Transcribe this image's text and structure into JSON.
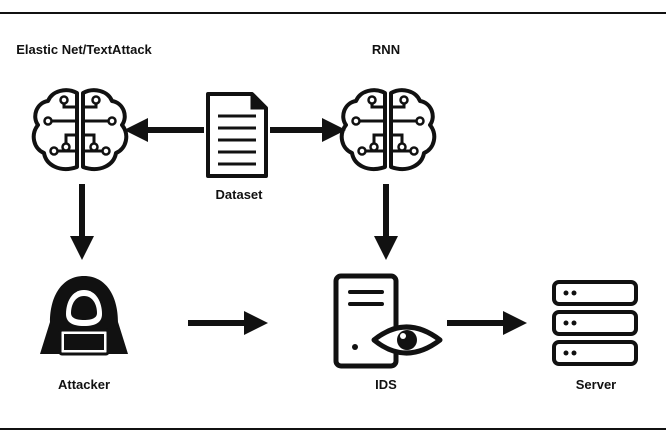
{
  "labels": {
    "left_model": "Elastic Net/TextAttack",
    "right_model": "RNN",
    "dataset": "Dataset",
    "attacker": "Attacker",
    "ids": "IDS",
    "server": "Server"
  },
  "colors": {
    "ink": "#111111",
    "background": "#ffffff"
  },
  "icons": {
    "left_model": "brain-circuit-icon",
    "right_model": "brain-circuit-icon",
    "dataset": "document-icon",
    "attacker": "hooded-hacker-icon",
    "ids": "server-tower-eye-icon",
    "server": "server-rack-icon"
  }
}
